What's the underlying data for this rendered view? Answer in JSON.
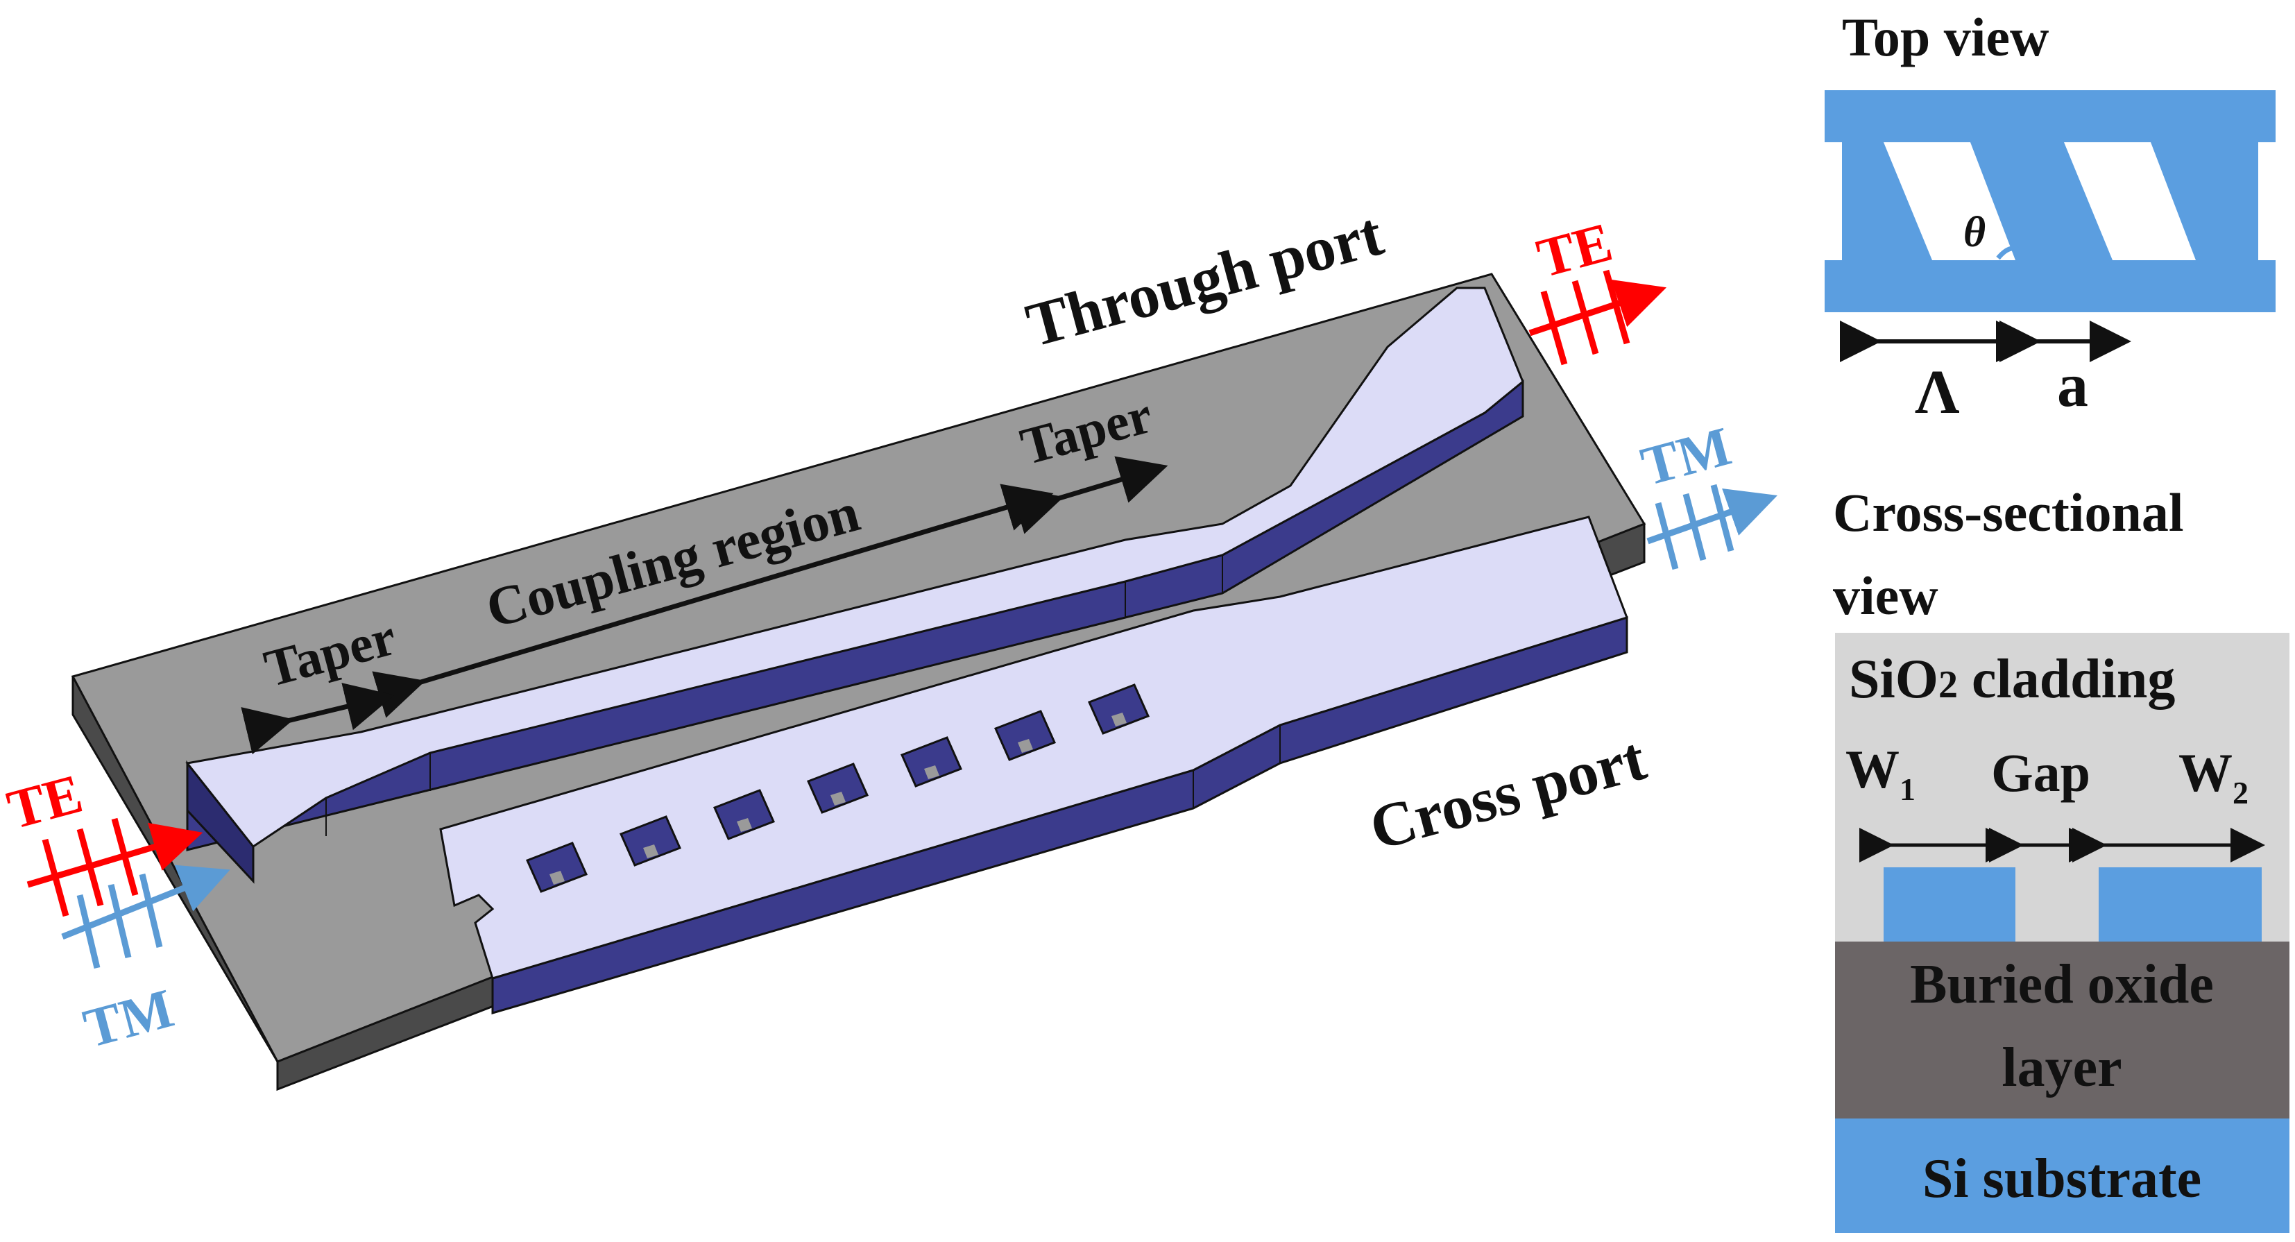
{
  "labels": {
    "through_port": "Through port",
    "cross_port": "Cross port",
    "coupling_region": "Coupling region",
    "taper_left": "Taper",
    "taper_right": "Taper",
    "te_in": "TE",
    "tm_in": "TM",
    "te_out": "TE",
    "tm_out": "TM"
  },
  "top_view": {
    "title": "Top view",
    "theta": "θ",
    "period": "Λ",
    "a": "a"
  },
  "cross_section": {
    "title_line1": "Cross-sectional",
    "title_line2": "view",
    "cladding_prefix": "SiO",
    "cladding_sub": "2",
    "cladding_suffix": " cladding",
    "w1": "W",
    "w1_sub": "1",
    "gap": "Gap",
    "w2": "W",
    "w2_sub": "2",
    "box_line1": "Buried oxide",
    "box_line2": "layer",
    "substrate": "Si substrate"
  },
  "colors": {
    "te": "#ff0000",
    "tm": "#5b9bd5",
    "waveguide_top": "#dcdcf7",
    "waveguide_side": "#3b3b8c",
    "slab_top": "#9a9a9a",
    "slab_side": "#4a4a4a",
    "si": "#5b9ee0",
    "sio2": "#d6d6d6",
    "box": "#6b6566"
  }
}
